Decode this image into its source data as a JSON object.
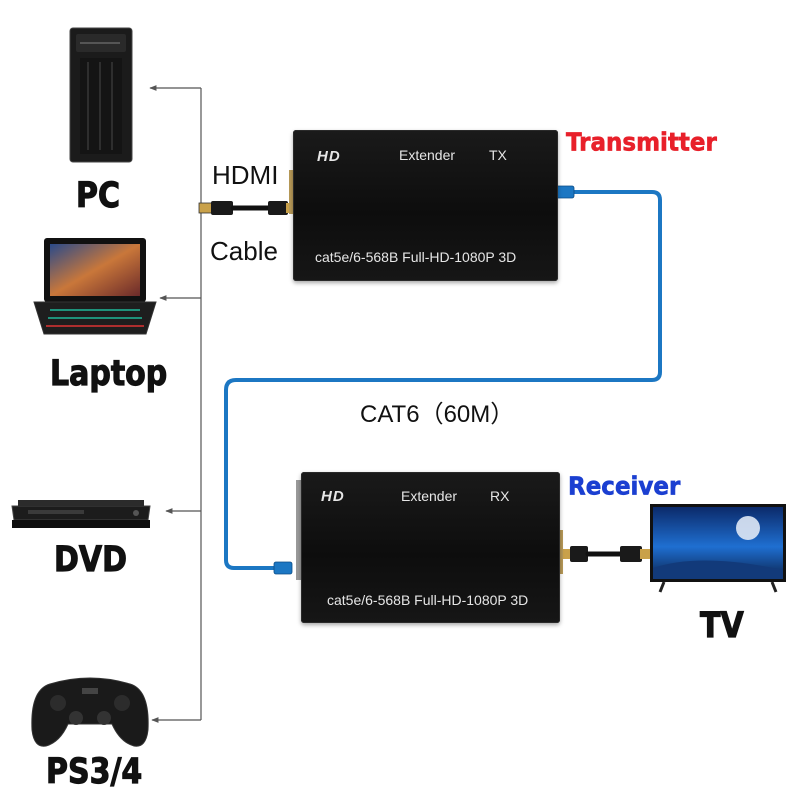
{
  "devices": {
    "pc": "PC",
    "laptop": "Laptop",
    "dvd": "DVD",
    "ps": "PS3/4",
    "tv": "TV"
  },
  "cable_labels": {
    "hdmi": "HDMI",
    "cable": "Cable",
    "cat6": "CAT6（60M）"
  },
  "transmitter": {
    "role": "Transmitter",
    "role_color": "#e8202a",
    "logo": "HD",
    "name": "Extender",
    "mode": "TX",
    "spec": "cat5e/6-568B Full-HD-1080P  3D"
  },
  "receiver": {
    "role": "Receiver",
    "role_color": "#1b3fd1",
    "logo": "HD",
    "name": "Extender",
    "mode": "RX",
    "spec": "cat5e/6-568B Full-HD-1080P  3D"
  },
  "colors": {
    "lan_cable": "#1c77c3",
    "line": "#555555"
  },
  "icons": {
    "pc": "pc-tower-icon",
    "laptop": "laptop-icon",
    "dvd": "dvd-player-icon",
    "ps": "gamepad-icon",
    "tv": "tv-icon"
  }
}
